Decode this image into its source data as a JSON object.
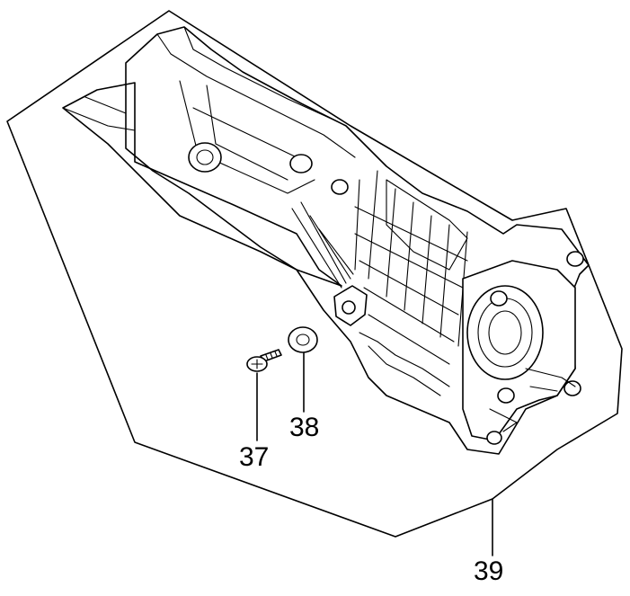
{
  "diagram": {
    "callouts": {
      "screw": "37",
      "washer": "38",
      "housing": "39"
    }
  }
}
